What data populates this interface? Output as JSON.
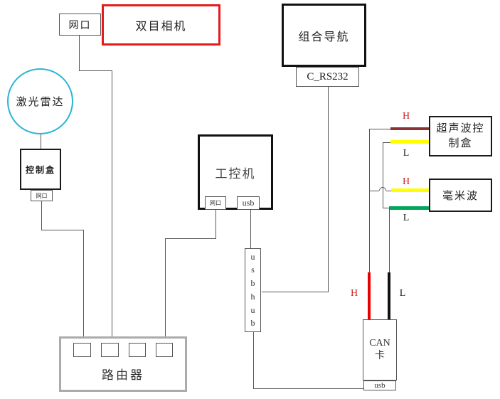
{
  "diagram_title": "vehicle-sensor-wiring-diagram",
  "camera": {
    "label": "双目相机",
    "port_label": "网口",
    "border_color": "#e51a1c"
  },
  "nav": {
    "label": "组合导航",
    "port_label": "C_RS232"
  },
  "lidar": {
    "label": "激光雷达",
    "border_color": "#2ab5d5"
  },
  "control_box": {
    "label": "控制盒",
    "port_label": "网口"
  },
  "ipc": {
    "label": "工控机",
    "net_port_label": "网口",
    "usb_port_label": "usb"
  },
  "usb_hub": {
    "letters": [
      "u",
      "s",
      "b",
      "h",
      "u",
      "b"
    ]
  },
  "ultrasonic": {
    "label_line1": "超声波控",
    "label_line2": "制盒",
    "h_label": "H",
    "l_label": "L"
  },
  "mmwave": {
    "label": "毫米波",
    "h_label": "H",
    "l_label": "L"
  },
  "can_card": {
    "label_line1": "CAN",
    "label_line2": "卡",
    "usb_label": "usb",
    "h_label": "H",
    "l_label": "L"
  },
  "router": {
    "label": "路由器",
    "port_count": 4
  },
  "colors": {
    "camera_border": "#e51a1c",
    "lidar_border": "#2ab5d5",
    "router_border": "#ababab",
    "wire": "#555555",
    "ultrasonic_h_wire": "#8b3232",
    "ultrasonic_l_wire": "#ffff00",
    "mmwave_h_wire": "#ffff00",
    "mmwave_l_wire": "#00a65a",
    "can_h_wire": "#e80000",
    "can_l_wire": "#111111",
    "h_label_color": "#cc2222"
  }
}
